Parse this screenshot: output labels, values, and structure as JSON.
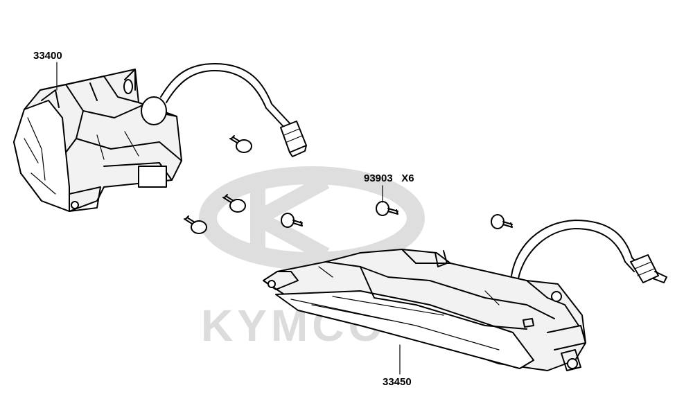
{
  "watermark": {
    "brand": "KYMCO",
    "color": "#dcdcdc"
  },
  "callouts": [
    {
      "id": "left-lamp",
      "text": "33400"
    },
    {
      "id": "screw",
      "text": "93903   X6"
    },
    {
      "id": "right-lamp",
      "text": "33450"
    }
  ],
  "icons": [
    "kymco-logo-watermark",
    "screw-icon",
    "connector-icon"
  ]
}
